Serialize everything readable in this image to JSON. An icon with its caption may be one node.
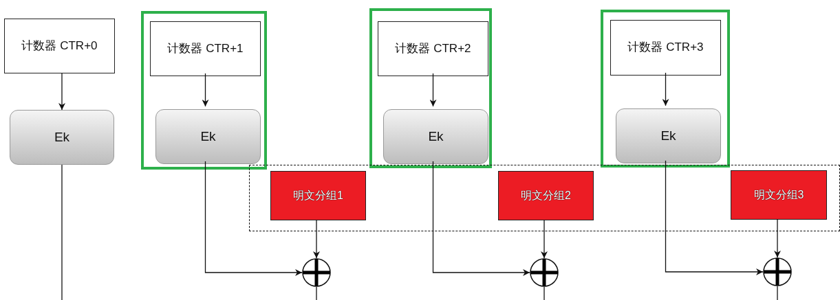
{
  "diagram": {
    "nodes": [
      {
        "text": [
          "计数器 CTR+0"
        ]
      },
      {
        "text": [
          "Ek"
        ]
      },
      {
        "text": [],
        "shape": "box"
      },
      {
        "text": [
          "计数器 CTR+1"
        ],
        "in": 2
      },
      {
        "text": [
          "Ek"
        ],
        "in": 2
      },
      {
        "text": [],
        "shape": "box"
      },
      {
        "text": [
          "计数器 CTR+2"
        ],
        "in": 5
      },
      {
        "text": [
          "Ek"
        ],
        "in": 5
      },
      {
        "text": [],
        "shape": "box"
      },
      {
        "text": [
          "计数器 CTR+3"
        ],
        "in": 8
      },
      {
        "text": [
          "Ek"
        ],
        "in": 8
      },
      {
        "text": [],
        "shape": "box"
      },
      {
        "text": [
          "明文分组1"
        ],
        "in": 11
      },
      {
        "text": [
          "明文分组2"
        ],
        "in": 11
      },
      {
        "text": [
          "明文分组3"
        ],
        "in": 11
      },
      {
        "text": [],
        "shape": "circle"
      },
      {
        "text": [],
        "shape": "circle"
      },
      {
        "text": [],
        "shape": "circle"
      }
    ],
    "edges": [
      {
        "from": 0,
        "to": 1,
        "arrow": "to"
      },
      {
        "from": 1,
        "to": null,
        "arrow": "none"
      },
      {
        "from": 3,
        "to": 4,
        "arrow": "to"
      },
      {
        "from": 6,
        "to": 7,
        "arrow": "to"
      },
      {
        "from": 9,
        "to": 10,
        "arrow": "to"
      },
      {
        "from": 4,
        "to": 15,
        "arrow": "to"
      },
      {
        "from": 12,
        "to": 15,
        "arrow": "to"
      },
      {
        "from": 7,
        "to": 16,
        "arrow": "to"
      },
      {
        "from": 13,
        "to": 16,
        "arrow": "to"
      },
      {
        "from": 10,
        "to": 17,
        "arrow": "to"
      },
      {
        "from": 14,
        "to": 17,
        "arrow": "to"
      },
      {
        "from": 15,
        "to": null,
        "arrow": "none"
      },
      {
        "from": 16,
        "to": null,
        "arrow": "none"
      },
      {
        "from": 17,
        "to": null,
        "arrow": "none"
      }
    ]
  }
}
